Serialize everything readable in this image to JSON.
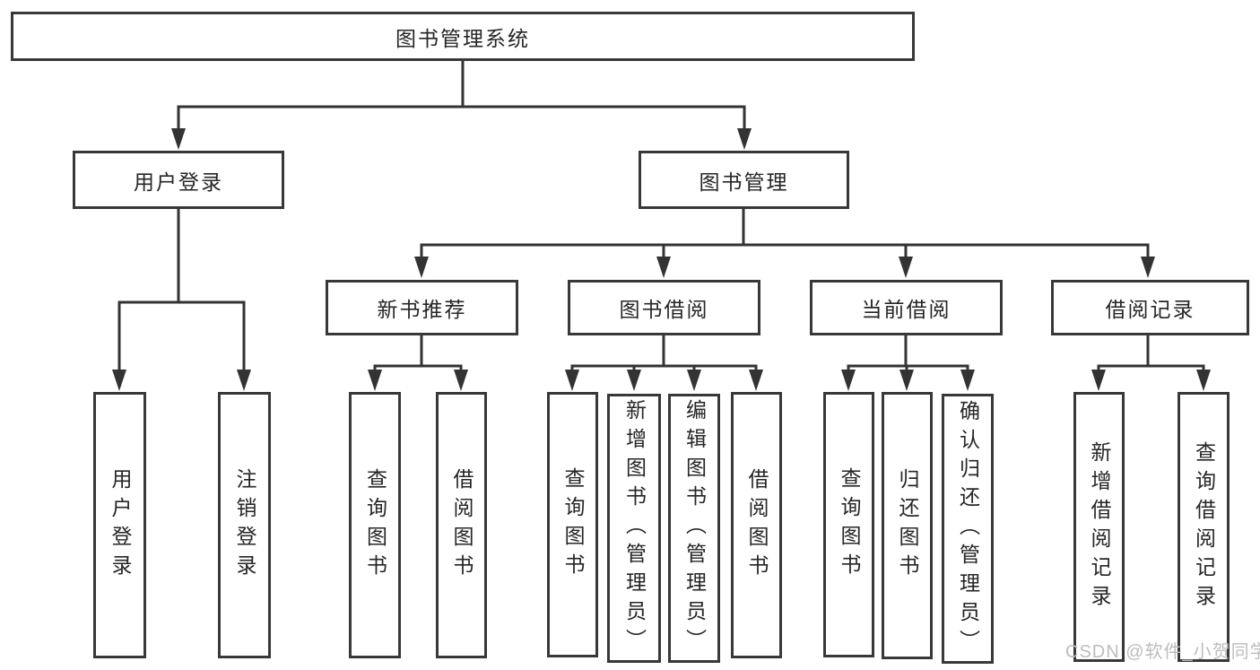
{
  "nodes": {
    "root": "图书管理系统",
    "user_login": "用户登录",
    "book_management": "图书管理",
    "new_book_recommend": "新书推荐",
    "book_borrow": "图书借阅",
    "current_borrow": "当前借阅",
    "borrow_record": "借阅记录",
    "leaf_user_login": "用户登录",
    "leaf_logout": "注销登录",
    "leaf_nb_query": "查询图书",
    "leaf_nb_borrow": "借阅图书",
    "leaf_bb_query": "查询图书",
    "leaf_bb_add": "新增图书（管理员）",
    "leaf_bb_edit": "编辑图书（管理员）",
    "leaf_bb_borrow": "借阅图书",
    "leaf_cb_query": "查询图书",
    "leaf_cb_return": "归还图书",
    "leaf_cb_confirm": "确认归还（管理员）",
    "leaf_br_add": "新增借阅记录",
    "leaf_br_query": "查询借阅记录"
  },
  "watermark": "CSDN @软件_小贺同学",
  "colors": {
    "line": "#333333",
    "border": "#383838",
    "text": "#262626",
    "watermark": "#bdbdbd",
    "background": "#ffffff"
  }
}
